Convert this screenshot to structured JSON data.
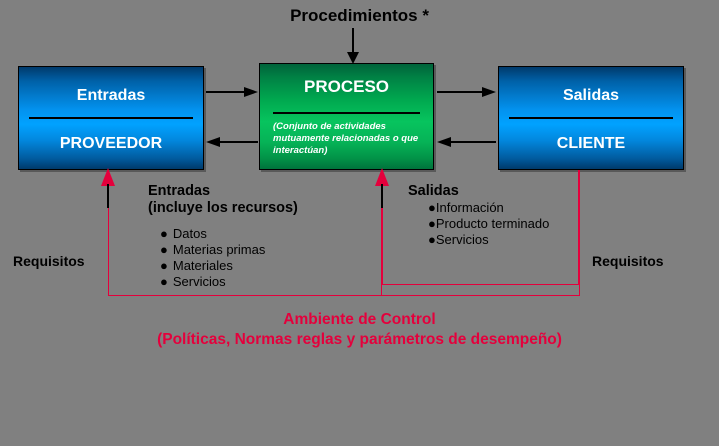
{
  "diagram": {
    "title": "Procedimientos *",
    "boxes": {
      "left": {
        "title": "Entradas",
        "subtitle": "PROVEEDOR"
      },
      "middle": {
        "title": "PROCESO",
        "note": "(Conjunto de actividades mutuamente relacionadas o que interactúan)"
      },
      "right": {
        "title": "Salidas",
        "subtitle": "CLIENTE"
      }
    },
    "inputs": {
      "heading_line1": "Entradas",
      "heading_line2": "(incluye los recursos)",
      "items": [
        "Datos",
        "Materias primas",
        "Materiales",
        "Servicios"
      ],
      "bullet": "●"
    },
    "outputs": {
      "heading": "Salidas",
      "items": [
        "Información",
        "Producto terminado",
        "Servicios"
      ],
      "bullet": "●"
    },
    "requirements_left": "Requisitos",
    "requirements_right": "Requisitos",
    "caption": {
      "line1": "Ambiente de Control",
      "line2": "(Políticas, Normas reglas y parámetros de desempeño)"
    },
    "colors": {
      "background": "#808080",
      "box_blue": "#01a2ff",
      "box_green": "#07c45e",
      "accent_red": "#e4003c",
      "text_black": "#000000",
      "text_white": "#ffffff"
    }
  }
}
